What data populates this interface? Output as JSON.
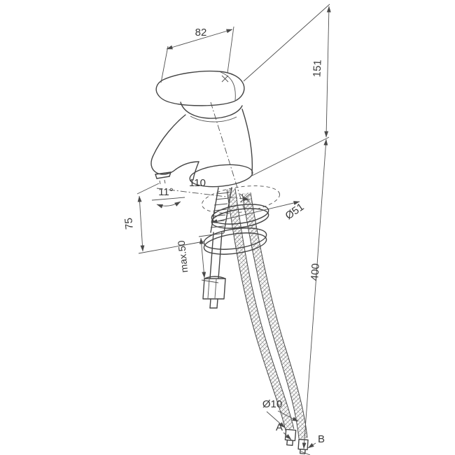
{
  "meta": {
    "background_color": "#ffffff",
    "line_color": "#4a4a4a",
    "drawing_subject": "single-lever basin faucet with flexible connection hoses, dimensioned technical drawing"
  },
  "dimensions": {
    "lever_length": "82",
    "total_height": "151",
    "hose_length": "400",
    "spout_height": "75",
    "max_deck_thickness": "max.50",
    "spout_angle": "11°",
    "spout_reach": "110",
    "base_diameter": "Ø51",
    "hose_diameter": "Ø10",
    "connection_a_label": "A",
    "connection_b_label": "B"
  }
}
